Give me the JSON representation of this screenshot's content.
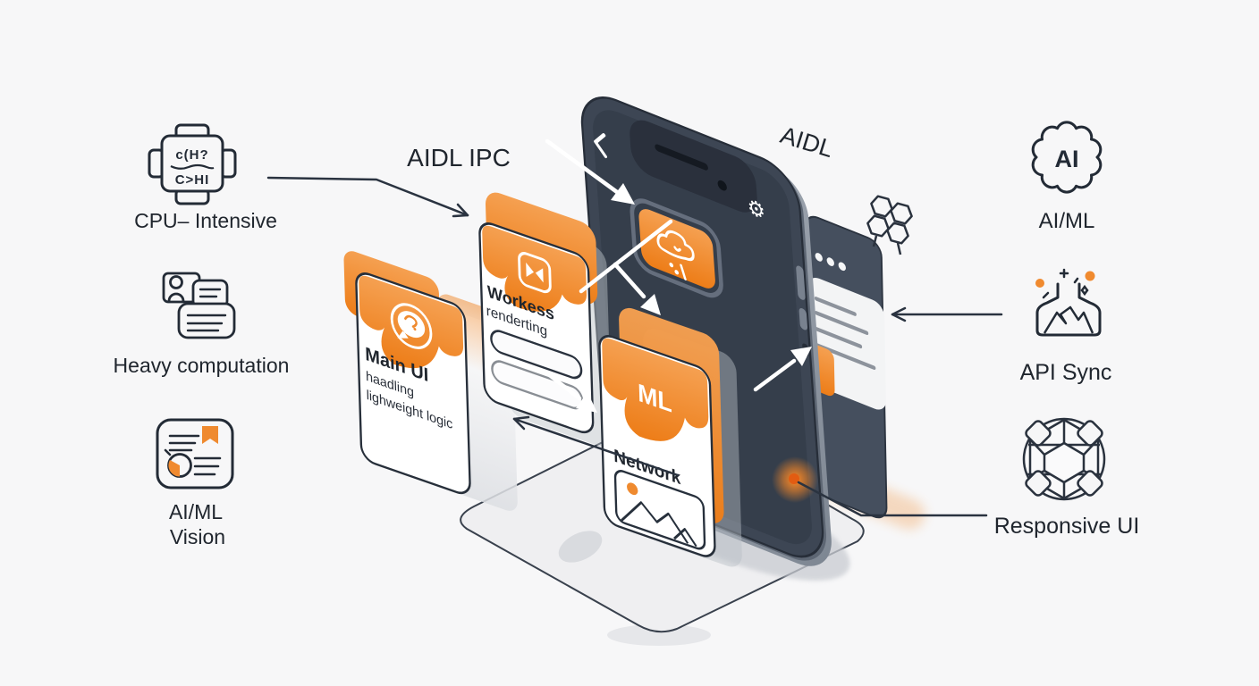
{
  "colors": {
    "bg": "#f7f7f8",
    "orange": "#ef8a2f",
    "orange_deep": "#ed7d18",
    "orange_light": "#f5a051",
    "slate": "#3d4654",
    "slate_screen": "#353e4b",
    "slate_dark": "#2a313d",
    "ink": "#232b36",
    "edge_light": "#9aa2ad"
  },
  "diagram": {
    "connector_labels": {
      "aidl_ipc": "AIDL IPC",
      "aidl": "AIDL"
    },
    "left_column": [
      {
        "icon": "cpu-chip-icon",
        "label": "CPU– Intensive"
      },
      {
        "icon": "chat-cards-icon",
        "label": "Heavy computation"
      },
      {
        "icon": "document-vision-icon",
        "label": "AI/ML",
        "label2": "Vision"
      }
    ],
    "right_column": [
      {
        "icon": "ai-badge-icon",
        "label": "AI/ML"
      },
      {
        "icon": "flask-sync-icon",
        "label": "API Sync"
      },
      {
        "icon": "globe-wireframe-icon",
        "label": "Responsive UI"
      }
    ],
    "chip_rows": [
      "c(H?",
      "C>HI"
    ],
    "ai_badge_text": "AI",
    "cards": {
      "main_ui": {
        "title": "Main UI",
        "line1": "haadling",
        "line2": "lighweight logic"
      },
      "workers": {
        "title": "Workess",
        "subtitle": "renderting"
      },
      "ml": {
        "badge": "ML",
        "title": "Network"
      }
    }
  }
}
